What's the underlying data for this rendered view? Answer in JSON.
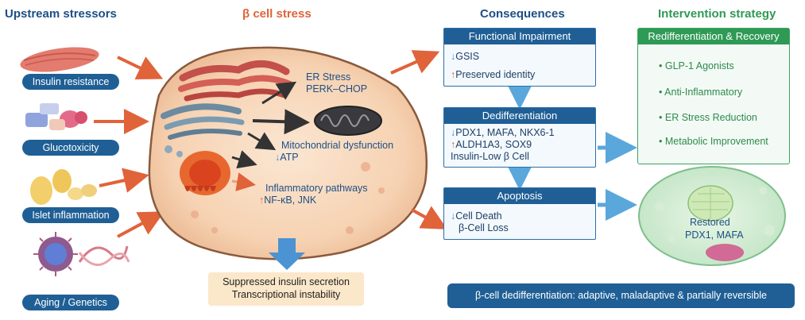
{
  "columns": {
    "upstream": "Upstream stressors",
    "stress": "β cell stress",
    "consequences": "Consequences",
    "intervention": "Intervention strategy"
  },
  "stressors": [
    "Insulin resistance",
    "Glucotoxicity",
    "Islet inflammation",
    "Aging / Genetics"
  ],
  "cell_labels": {
    "er_title": "ER Stress",
    "er_sub": "PERK–CHOP",
    "mito_title": "Mitochondrial dysfunction",
    "mito_sub": "ATP",
    "inflam_title": "Inflammatory pathways",
    "inflam_sub": "NF-κB, JNK"
  },
  "outcome": {
    "line1": "Suppressed insulin secretion",
    "line2": "Transcriptional instability"
  },
  "functional": {
    "title": "Functional Impairment",
    "line1": "GSIS",
    "line2": "Preserved identity"
  },
  "dediff": {
    "title": "Dedifferentiation",
    "line1": "PDX1, MAFA, NKX6-1",
    "line2": "ALDH1A3, SOX9",
    "line3": "Insulin-Low β Cell"
  },
  "apoptosis": {
    "title": "Apoptosis",
    "line1": "Cell Death",
    "line2": "β-Cell Loss"
  },
  "redifferentiation": {
    "title": "Redifferentiation & Recovery",
    "items": [
      "GLP-1 Agonists",
      "Anti-Inflammatory",
      "ER Stress Reduction",
      "Metabolic Improvement"
    ]
  },
  "restored": {
    "line1": "Restored",
    "line2": "PDX1, MAFA"
  },
  "banner": "β-cell dedifferentiation: adaptive, maladaptive & partially reversible",
  "arrows": {
    "up": "↑",
    "down": "↓"
  },
  "colors": {
    "navy": "#1f5f95",
    "orange": "#e0633a",
    "green": "#2e9a55"
  }
}
